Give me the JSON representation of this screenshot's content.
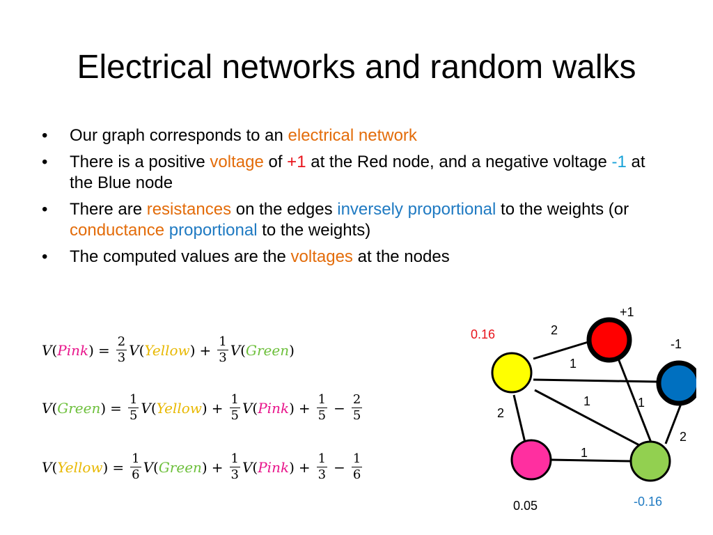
{
  "title": "Electrical networks and random walks",
  "bullets": {
    "b1": {
      "t1": "Our graph corresponds to an ",
      "t2": "electrical network"
    },
    "b2": {
      "t1": "There is a positive ",
      "t2": "voltage",
      "t3": " of ",
      "t4": "+1",
      "t5": " at the Red node, and a negative voltage ",
      "t6": "-1",
      "t7": " at the Blue node"
    },
    "b3": {
      "t1": "There are ",
      "t2": "resistances",
      "t3": " on the edges ",
      "t4": "inversely proportional",
      "t5": " to the weights (or ",
      "t6": "conductance",
      "t7": " ",
      "t8": "proportional",
      "t9": " to the weights)"
    },
    "b4": {
      "t1": "The computed values are the ",
      "t2": "voltages",
      "t3": " at the nodes"
    }
  },
  "equations": {
    "e1": {
      "V": "V",
      "pink": "Pink",
      "yellow": "Yellow",
      "green": "Green",
      "eqs": "=",
      "f1n": "2",
      "f1d": "3",
      "plus": "+",
      "f2n": "1",
      "f2d": "3"
    },
    "e2": {
      "V": "V",
      "green": "Green",
      "yellow": "Yellow",
      "pink": "Pink",
      "eqs": "=",
      "f1n": "1",
      "f1d": "5",
      "plus": "+",
      "f2n": "1",
      "f2d": "5",
      "f3n": "1",
      "f3d": "5",
      "minus": "−",
      "f4n": "2",
      "f4d": "5"
    },
    "e3": {
      "V": "V",
      "yellow": "Yellow",
      "green": "Green",
      "pink": "Pink",
      "eqs": "=",
      "f1n": "1",
      "f1d": "6",
      "plus": "+",
      "f2n": "1",
      "f2d": "3",
      "f3n": "1",
      "f3d": "3",
      "minus": "−",
      "f4n": "1",
      "f4d": "6"
    }
  },
  "graph": {
    "labels": {
      "red_value": "+1",
      "blue_value": "-1",
      "yellow_value": "0.16",
      "pink_value": "0.05",
      "green_value": "-0.16"
    },
    "weights": {
      "yellow_red": "2",
      "yellow_blue": "1",
      "yellow_green": "1",
      "red_green": "1",
      "yellow_pink": "2",
      "blue_green": "2",
      "pink_green": "1"
    },
    "colors": {
      "red": "#ff0000",
      "blue": "#0070c0",
      "yellow": "#ffff00",
      "pink": "#ff2fa0",
      "green": "#92d050",
      "value_red": "#e8141c",
      "value_blue": "#1f7ac2"
    }
  }
}
